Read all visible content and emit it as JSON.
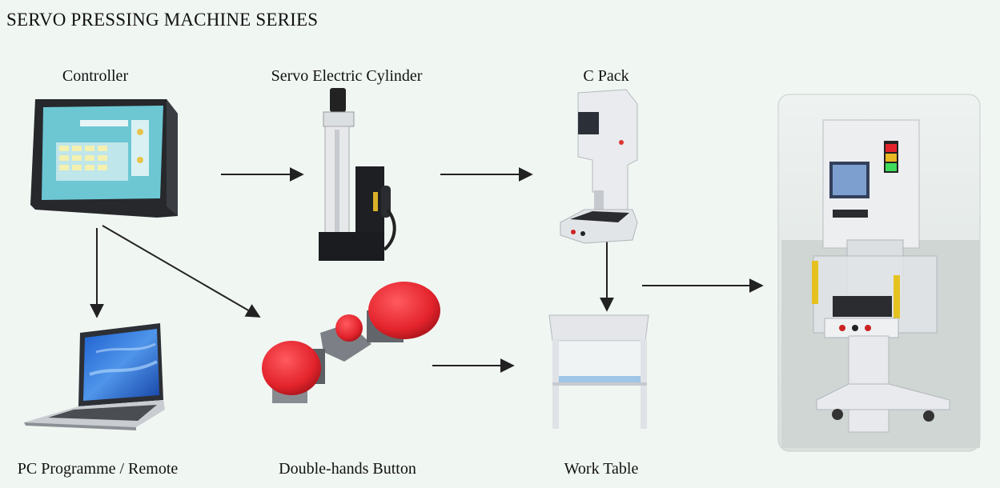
{
  "title": "SERVO PRESSING MACHINE SERIES",
  "components": {
    "controller": "Controller",
    "servo_cylinder": "Servo Electric Cylinder",
    "c_pack": "C Pack",
    "pc_programme": "PC Programme / Remote",
    "double_hands_button": "Double-hands Button",
    "work_table": "Work Table"
  },
  "colors": {
    "background": "#f0f6f2",
    "arrow": "#222222",
    "button_red": "#e3232c",
    "screen_blue": "#2a6fd6",
    "machine_white": "#e9ebee"
  },
  "icons": [
    "controller-hmi-icon",
    "servo-cylinder-icon",
    "c-pack-press-icon",
    "laptop-icon",
    "emergency-buttons-icon",
    "work-table-icon",
    "press-machine-photo"
  ]
}
